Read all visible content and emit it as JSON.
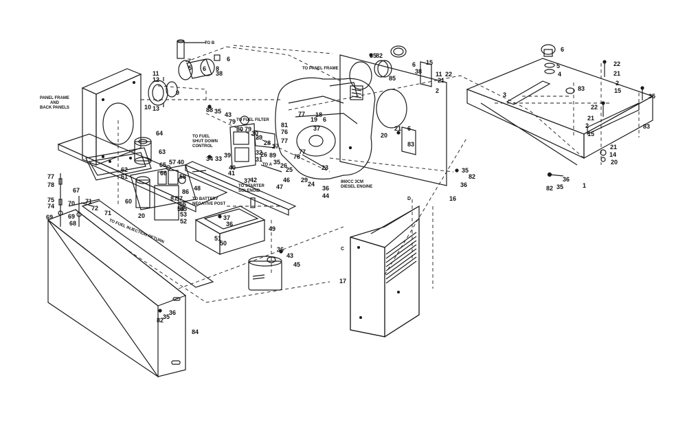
{
  "notes": {
    "to_b": "TO B",
    "to_panel_frame": "TO PANEL FRAME",
    "panel_frame_back_panels": "PANEL FRAME\nAND\nBACK PANELS",
    "to_fuel_filter": "TO FUEL FILTER",
    "to_fuel_shut_down_control": "TO FUEL\nSHUT DOWN\nCONTROL",
    "to_a": "To A",
    "to_starter_solenoid": "TO STARTER\nSOLENOID",
    "to_battery_negative_post": "TO BATTERY\nNEGATIVE POST",
    "to_fuel_injection_return": "TO FUEL INJECTION RETURN",
    "diesel_engine": "860cc 3cm\nDIESEL ENGINE",
    "marker_c": "C",
    "marker_d": "D"
  },
  "callouts": [
    {
      "id": "c-7",
      "text": "7"
    },
    {
      "id": "c-6a",
      "text": "6"
    },
    {
      "id": "c-5a",
      "text": "5"
    },
    {
      "id": "c-6b",
      "text": "6"
    },
    {
      "id": "c-38",
      "text": "38"
    },
    {
      "id": "c-8",
      "text": "8"
    },
    {
      "id": "c-11",
      "text": "11"
    },
    {
      "id": "c-12",
      "text": "12"
    },
    {
      "id": "c-9",
      "text": "9"
    },
    {
      "id": "c-10",
      "text": "10"
    },
    {
      "id": "c-13",
      "text": "13"
    },
    {
      "id": "c-35a",
      "text": "35"
    },
    {
      "id": "c-82a",
      "text": "82"
    },
    {
      "id": "c-15a",
      "text": "15"
    },
    {
      "id": "c-38b",
      "text": "38"
    },
    {
      "id": "c-6c",
      "text": "6"
    },
    {
      "id": "c-85",
      "text": "85"
    },
    {
      "id": "c-11b",
      "text": "11"
    },
    {
      "id": "c-22a",
      "text": "22"
    },
    {
      "id": "c-21a",
      "text": "21"
    },
    {
      "id": "c-2a",
      "text": "2"
    },
    {
      "id": "c-6d",
      "text": "6"
    },
    {
      "id": "c-5b",
      "text": "5"
    },
    {
      "id": "c-4",
      "text": "4"
    },
    {
      "id": "c-3",
      "text": "3"
    },
    {
      "id": "c-22b",
      "text": "22"
    },
    {
      "id": "c-21b",
      "text": "21"
    },
    {
      "id": "c-2b",
      "text": "2"
    },
    {
      "id": "c-15b",
      "text": "15"
    },
    {
      "id": "c-83a",
      "text": "83"
    },
    {
      "id": "c-83b",
      "text": "83"
    },
    {
      "id": "c-35b",
      "text": "35"
    },
    {
      "id": "c-22c",
      "text": "22"
    },
    {
      "id": "c-21c",
      "text": "21"
    },
    {
      "id": "c-2c",
      "text": "2"
    },
    {
      "id": "c-15c",
      "text": "15"
    },
    {
      "id": "c-21d",
      "text": "21"
    },
    {
      "id": "c-14",
      "text": "14"
    },
    {
      "id": "c-20a",
      "text": "20"
    },
    {
      "id": "c-36a",
      "text": "36"
    },
    {
      "id": "c-82b",
      "text": "82"
    },
    {
      "id": "c-35c",
      "text": "35"
    },
    {
      "id": "c-1",
      "text": "1"
    },
    {
      "id": "c-88",
      "text": "88"
    },
    {
      "id": "c-35d",
      "text": "35"
    },
    {
      "id": "c-43a",
      "text": "43"
    },
    {
      "id": "c-79",
      "text": "79"
    },
    {
      "id": "c-80",
      "text": "80"
    },
    {
      "id": "c-79b",
      "text": "79"
    },
    {
      "id": "c-30",
      "text": "30"
    },
    {
      "id": "c-29",
      "text": "29"
    },
    {
      "id": "c-28",
      "text": "28"
    },
    {
      "id": "c-27",
      "text": "27"
    },
    {
      "id": "c-31",
      "text": "31"
    },
    {
      "id": "c-32",
      "text": "32"
    },
    {
      "id": "c-26a",
      "text": "26"
    },
    {
      "id": "c-89",
      "text": "89"
    },
    {
      "id": "c-35e",
      "text": "35"
    },
    {
      "id": "c-26b",
      "text": "26"
    },
    {
      "id": "c-25",
      "text": "25"
    },
    {
      "id": "c-39",
      "text": "39"
    },
    {
      "id": "c-34",
      "text": "34"
    },
    {
      "id": "c-33",
      "text": "33"
    },
    {
      "id": "c-40a",
      "text": "40"
    },
    {
      "id": "c-41",
      "text": "41"
    },
    {
      "id": "c-42",
      "text": "42"
    },
    {
      "id": "c-37a",
      "text": "37"
    },
    {
      "id": "c-46",
      "text": "46"
    },
    {
      "id": "c-47",
      "text": "47"
    },
    {
      "id": "c-81",
      "text": "81"
    },
    {
      "id": "c-76",
      "text": "76"
    },
    {
      "id": "c-77a",
      "text": "77"
    },
    {
      "id": "c-18",
      "text": "18"
    },
    {
      "id": "c-19",
      "text": "19"
    },
    {
      "id": "c-6e",
      "text": "6"
    },
    {
      "id": "c-37b",
      "text": "37"
    },
    {
      "id": "c-77b",
      "text": "77"
    },
    {
      "id": "c-77c",
      "text": "77"
    },
    {
      "id": "c-78",
      "text": "78"
    },
    {
      "id": "c-23",
      "text": "23"
    },
    {
      "id": "c-29b",
      "text": "29"
    },
    {
      "id": "c-24",
      "text": "24"
    },
    {
      "id": "c-36b",
      "text": "36"
    },
    {
      "id": "c-44",
      "text": "44"
    },
    {
      "id": "c-21e",
      "text": "21"
    },
    {
      "id": "c-20b",
      "text": "20"
    },
    {
      "id": "c-6f",
      "text": "6"
    },
    {
      "id": "c-83c",
      "text": "83"
    },
    {
      "id": "c-35f",
      "text": "35"
    },
    {
      "id": "c-82c",
      "text": "82"
    },
    {
      "id": "c-36c",
      "text": "36"
    },
    {
      "id": "c-16",
      "text": "16"
    },
    {
      "id": "c-64",
      "text": "64"
    },
    {
      "id": "c-63",
      "text": "63"
    },
    {
      "id": "c-65",
      "text": "65"
    },
    {
      "id": "c-62",
      "text": "62"
    },
    {
      "id": "c-61",
      "text": "61"
    },
    {
      "id": "c-66",
      "text": "66"
    },
    {
      "id": "c-57",
      "text": "57"
    },
    {
      "id": "c-40b",
      "text": "40"
    },
    {
      "id": "c-58",
      "text": "58"
    },
    {
      "id": "c-48",
      "text": "48"
    },
    {
      "id": "c-86",
      "text": "86"
    },
    {
      "id": "c-87",
      "text": "87"
    },
    {
      "id": "c-37c",
      "text": "37"
    },
    {
      "id": "c-56",
      "text": "56"
    },
    {
      "id": "c-55",
      "text": "55"
    },
    {
      "id": "c-54",
      "text": "54"
    },
    {
      "id": "c-53",
      "text": "53"
    },
    {
      "id": "c-52",
      "text": "52"
    },
    {
      "id": "c-60",
      "text": "60"
    },
    {
      "id": "c-20c",
      "text": "20"
    },
    {
      "id": "c-67",
      "text": "67"
    },
    {
      "id": "c-77d",
      "text": "77"
    },
    {
      "id": "c-78b",
      "text": "78"
    },
    {
      "id": "c-75",
      "text": "75"
    },
    {
      "id": "c-74",
      "text": "74"
    },
    {
      "id": "c-70",
      "text": "70"
    },
    {
      "id": "c-72",
      "text": "72"
    },
    {
      "id": "c-69a",
      "text": "69"
    },
    {
      "id": "c-69b",
      "text": "69"
    },
    {
      "id": "c-68",
      "text": "68"
    },
    {
      "id": "c-71a",
      "text": "71"
    },
    {
      "id": "c-71b",
      "text": "71"
    },
    {
      "id": "c-37d",
      "text": "37"
    },
    {
      "id": "c-36d",
      "text": "36"
    },
    {
      "id": "c-51",
      "text": "51"
    },
    {
      "id": "c-50",
      "text": "50"
    },
    {
      "id": "c-49",
      "text": "49"
    },
    {
      "id": "c-36e",
      "text": "36"
    },
    {
      "id": "c-43b",
      "text": "43"
    },
    {
      "id": "c-45",
      "text": "45"
    },
    {
      "id": "c-36f",
      "text": "36"
    },
    {
      "id": "c-35g",
      "text": "35"
    },
    {
      "id": "c-82d",
      "text": "82"
    },
    {
      "id": "c-84",
      "text": "84"
    },
    {
      "id": "c-17",
      "text": "17"
    }
  ]
}
